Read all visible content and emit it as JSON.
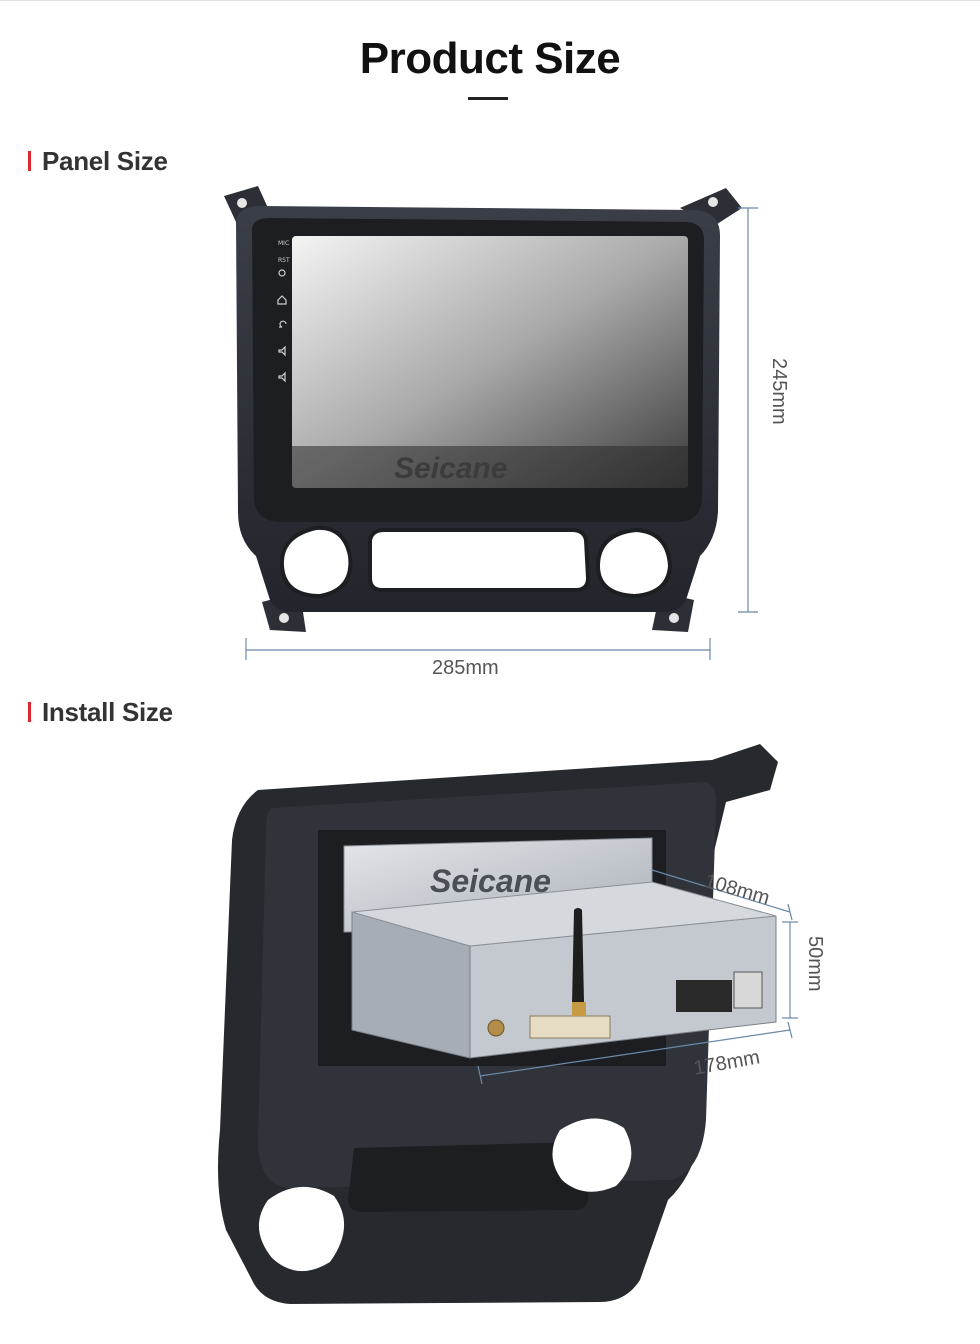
{
  "header": {
    "title": "Product Size"
  },
  "panel_section": {
    "title": "Panel Size"
  },
  "install_section": {
    "title": "Install Size"
  },
  "panel_dimensions": {
    "height": "245mm",
    "width": "285mm"
  },
  "install_dimensions": {
    "depth": "108mm",
    "height": "50mm",
    "width": "178mm"
  },
  "brand": {
    "logo_text": "Seicane"
  },
  "colors": {
    "accent": "#e0262b",
    "dimension_line": "#6b89a8",
    "frame": "#2a2d33",
    "chassis": "#c9ced4"
  },
  "icons": [
    "mic-icon",
    "rst-icon",
    "power-icon",
    "home-icon",
    "back-icon",
    "volume-up-icon",
    "volume-down-icon",
    "antenna-icon",
    "usb-port-icon"
  ]
}
